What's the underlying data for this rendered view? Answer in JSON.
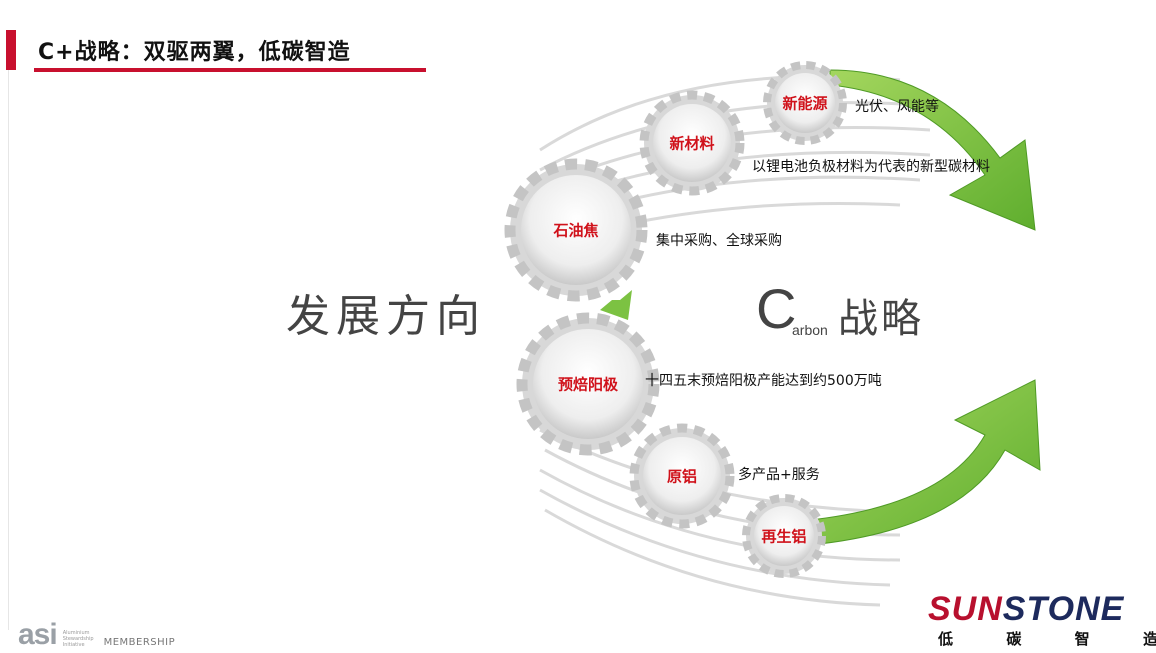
{
  "title": "C+战略：双驱两翼，低碳智造",
  "direction_text": "发展方向",
  "strategy": {
    "c": "C",
    "sub": "arbon",
    "word": "战略"
  },
  "gears": [
    {
      "label": "新能源",
      "desc": "光伏、风能等"
    },
    {
      "label": "新材料",
      "desc": "以锂电池负极材料为代表的新型碳材料"
    },
    {
      "label": "石油焦",
      "desc": "集中采购、全球采购"
    },
    {
      "label": "预焙阳极",
      "desc": "十四五末预焙阳极产能达到约500万吨"
    },
    {
      "label": "原铝",
      "desc": "多产品+服务"
    },
    {
      "label": "再生铝",
      "desc": ""
    }
  ],
  "footer": {
    "asi_logo": "asi",
    "asi_small": [
      "Aluminium",
      "Stewardship",
      "Initiative"
    ],
    "asi_membership": "MEMBERSHIP",
    "brand_a": "SUN",
    "brand_b": "STONE",
    "brand_sub": [
      "低",
      "碳",
      "智",
      "造"
    ]
  },
  "colors": {
    "accent_red": "#c8102e",
    "arrow_green": "#7cc242",
    "label_red": "#d0121b",
    "brand_navy": "#1d2a5d"
  }
}
